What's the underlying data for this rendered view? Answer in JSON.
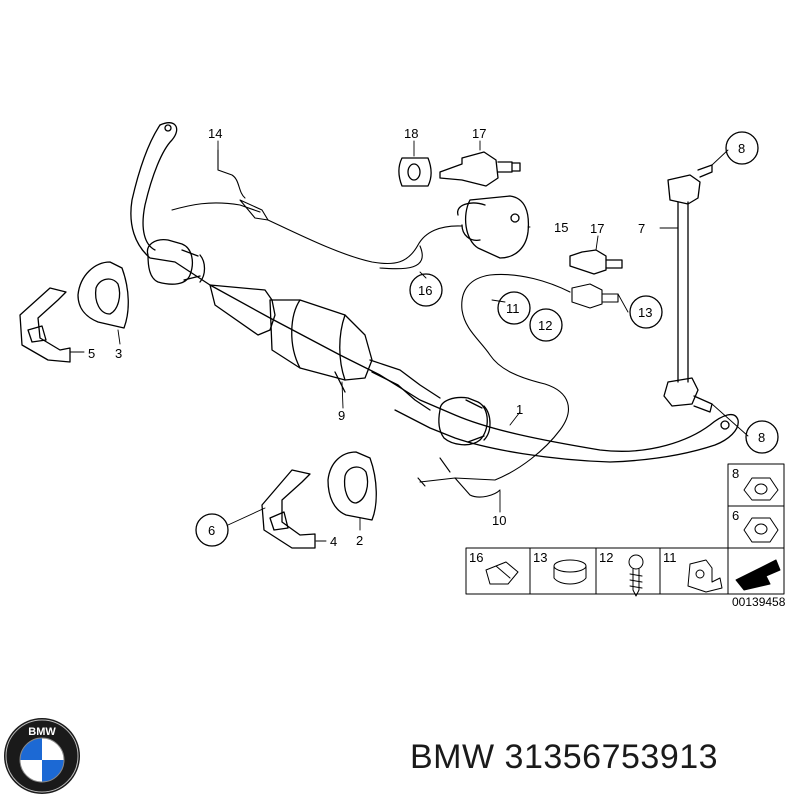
{
  "callouts": {
    "c1": "1",
    "c2": "2",
    "c3": "3",
    "c4": "4",
    "c5": "5",
    "c6a": "6",
    "c7": "7",
    "c8a": "8",
    "c8b": "8",
    "c9": "9",
    "c10": "10",
    "c11": "11",
    "c12": "12",
    "c13": "13",
    "c14": "14",
    "c15": "15",
    "c16": "16",
    "c17a": "17",
    "c17b": "17",
    "c18": "18"
  },
  "parts_box": {
    "right": {
      "top": "8",
      "bottom": "6"
    },
    "bottom": [
      "16",
      "13",
      "12",
      "11"
    ]
  },
  "diagram_code": "00139458",
  "footer": {
    "brand_text": "BMW",
    "part_number": "31356753913",
    "logo_text": "BMW"
  }
}
